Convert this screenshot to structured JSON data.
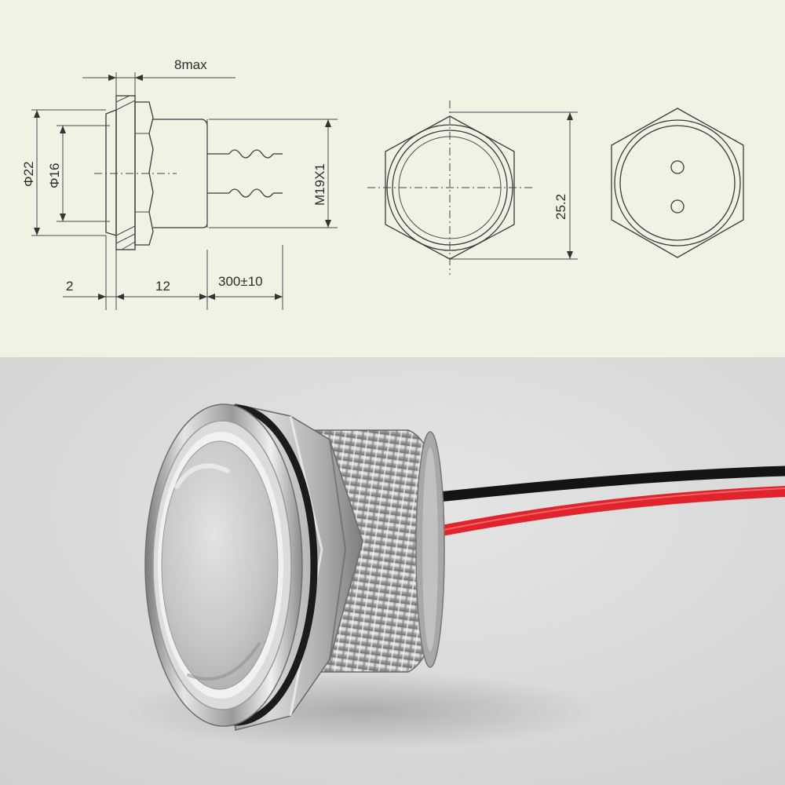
{
  "drawing": {
    "background": "#eef3e4",
    "line_color": "#3a3a3a",
    "dimensions": {
      "overall_depth": "8max",
      "outer_diameter": "Φ22",
      "inner_diameter": "Φ16",
      "thread": "M19X1",
      "flange_thickness": "2",
      "body_length": "12",
      "wire_length": "300±10",
      "hex_across_corners": "25.2"
    }
  },
  "photo": {
    "background": "#dcdcdc",
    "subject": "stainless-steel-piezo-button",
    "wire_colors": {
      "black": "#141414",
      "red": "#e0242b"
    }
  }
}
